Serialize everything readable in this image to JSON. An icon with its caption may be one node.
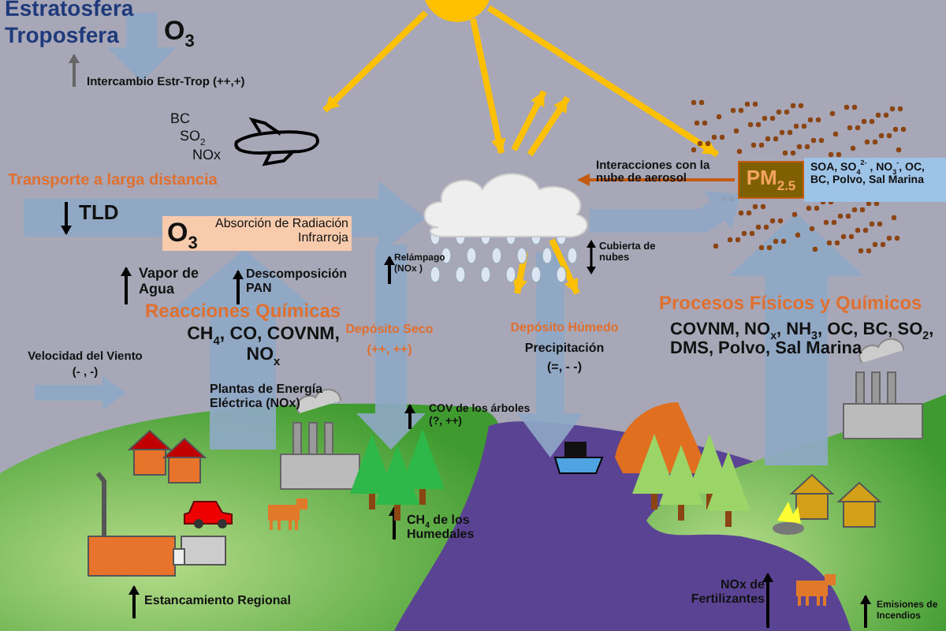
{
  "diagram": {
    "nodes": [
      {
        "text": [
          "O$_{3}$",
          "Absorción de Radiación Infrarroja"
        ]
      },
      {
        "text": [
          "PM$_{2.5}$"
        ]
      },
      {
        "text": [
          "SOA, SO$_{4}$$^{2-}$ , NO$_{3}$$^{-}$, OC, BC, Polvo, Sal Marina"
        ]
      },
      {
        "text": [],
        "shape": "cloud"
      }
    ],
    "edges": [
      {
        "from": 1,
        "to": 3,
        "arrow": "to",
        "label": "Interacciones con la nube de aerosol"
      },
      {
        "from": 3,
        "to": 1,
        "arrow": "to",
        "style": "thick",
        "color": "#8fa8c6"
      }
    ],
    "labels": [
      "Estratosfera",
      "Troposfera",
      "O$_{3}$",
      "Intercambio Estr-Trop (++,+)",
      "BC",
      "SO$_{2}$",
      "NOx",
      "Transporte a larga distancia",
      "TLD",
      "Relámpago (NOx )",
      "Cubierta de nubes",
      "Vapor de Agua",
      "Descomposición PAN",
      "Reacciones Químicas",
      "CH$_{4}$, CO, COVNM, NO$_{x}$",
      "Depósito Seco",
      "(++, ++)",
      "Depósito Húmedo",
      "Precipitación",
      "(=, - -)",
      "Procesos Físicos y Químicos",
      "COVNM, NO$_{x}$, NH$_{3}$, OC, BC, SO$_{2}$, DMS, Polvo, Sal Marina",
      "Velocidad del Viento",
      "(- , -)",
      "Plantas de Energía Eléctrica (NOx)",
      "COV de los árboles (?, ++)",
      "CH$_{4}$ de los Humedales",
      "Estancamiento Regional",
      "NOx de Fertilizantes",
      "Emisiones de Incendios"
    ]
  }
}
